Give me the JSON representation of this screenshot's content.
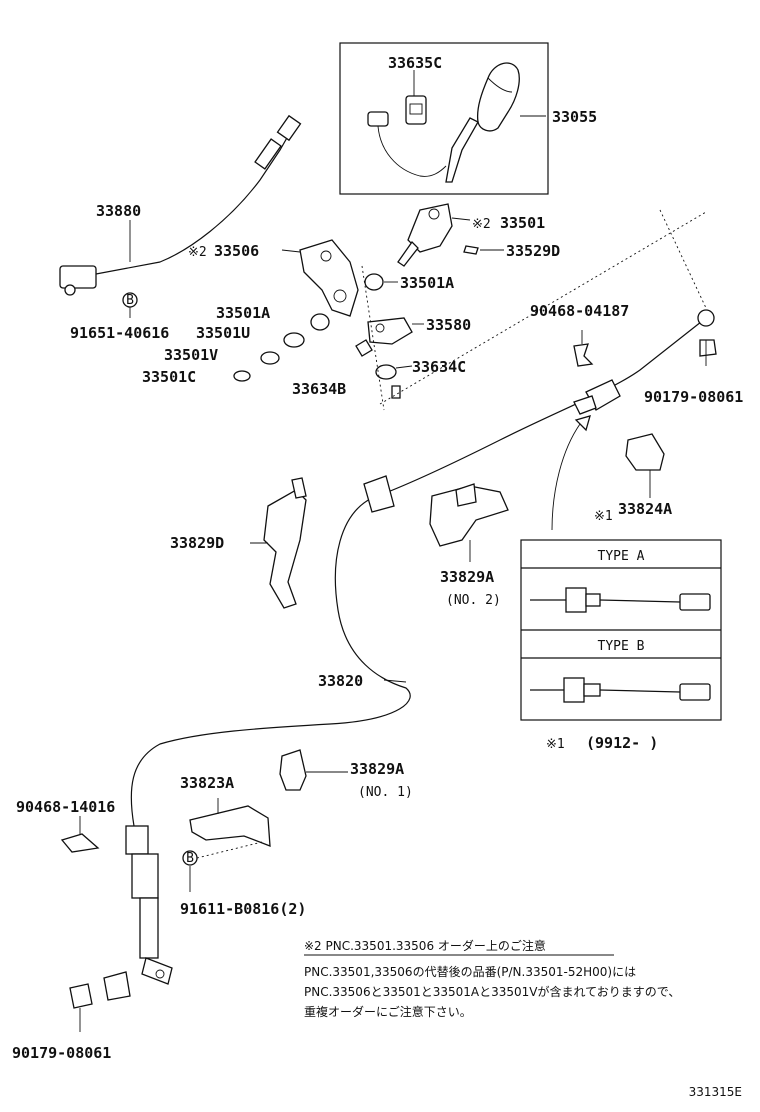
{
  "labels": {
    "p33635C": "33635C",
    "p33055": "33055",
    "p33880": "33880",
    "p33501": "33501",
    "p33529D": "33529D",
    "p33506": "33506",
    "p33501A_top": "33501A",
    "p91651": "91651-40616",
    "p33501A": "33501A",
    "p33501U": "33501U",
    "p33580": "33580",
    "p90468_04187": "90468-04187",
    "p33501V": "33501V",
    "p33634C": "33634C",
    "p33501C": "33501C",
    "p33634B": "33634B",
    "p90179_top": "90179-08061",
    "p33824A": "33824A",
    "p33829D": "33829D",
    "p33829A_no2": "33829A",
    "no2": "(NO. 2)",
    "p33820": "33820",
    "p33823A": "33823A",
    "p33829A_no1": "33829A",
    "no1": "(NO. 1)",
    "p90468_14016": "90468-14016",
    "p91611": "91611-B0816(2)",
    "p90179_bottom": "90179-08061",
    "mark_b": "B",
    "ref2": "※2",
    "ref1": "※1"
  },
  "typebox": {
    "type_a": "TYPE A",
    "type_b": "TYPE B",
    "range": "(9912-        )"
  },
  "note": {
    "title": "※2 PNC.33501.33506 オーダー上のご注意",
    "line1": "PNC.33501,33506の代替後の品番(P/N.33501-52H00)には",
    "line2": "PNC.33506と33501と33501Aと33501Vが含まれておりますので、",
    "line3": "重複オーダーにご注意下さい。"
  },
  "diagram_id": "331315E"
}
